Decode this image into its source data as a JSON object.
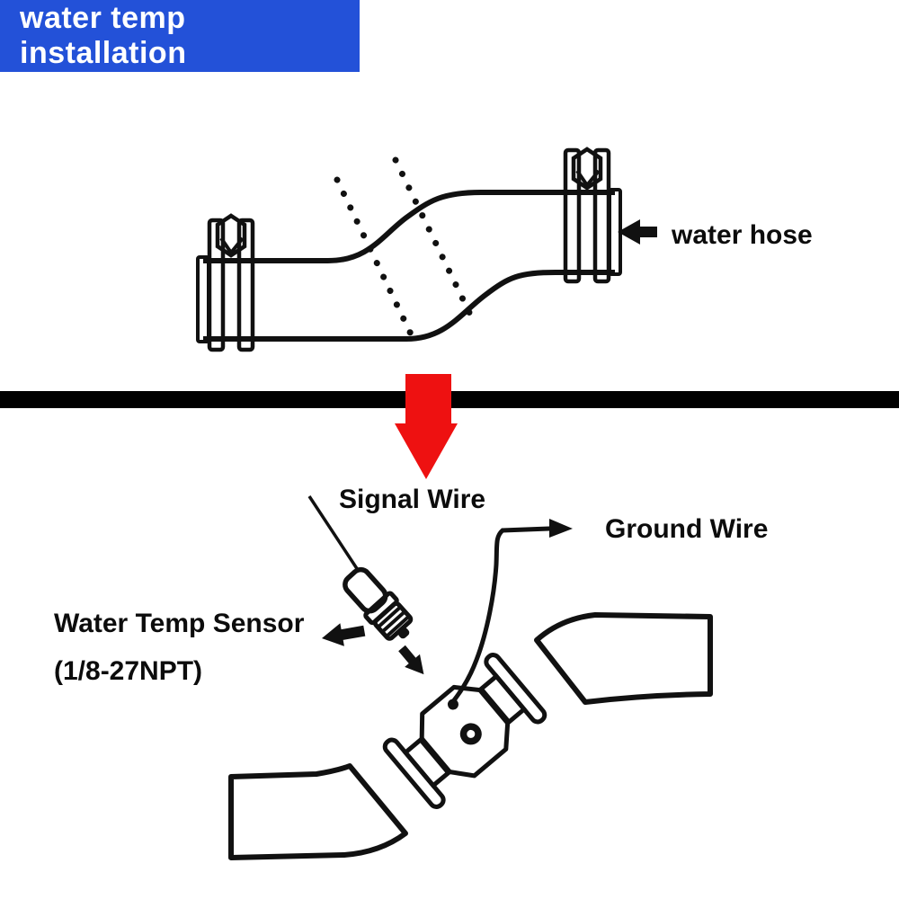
{
  "banner": {
    "title": "water temp installation",
    "bg_color": "#2351d8",
    "text_color": "#ffffff"
  },
  "top_section": {
    "hose_label": "water hose"
  },
  "bottom_section": {
    "signal_wire_label": "Signal Wire",
    "ground_wire_label": "Ground Wire",
    "sensor_label_line1": "Water Temp Sensor",
    "sensor_label_line2": "(1/8-27NPT)"
  },
  "colors": {
    "ink": "#111111",
    "divider": "#000000",
    "down_arrow_red": "#ee1111"
  }
}
